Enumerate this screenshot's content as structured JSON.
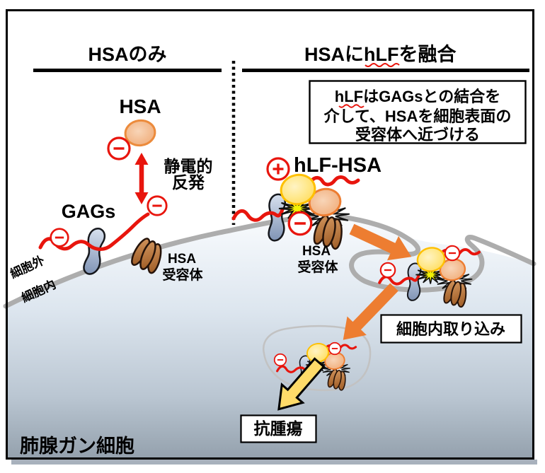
{
  "panels": {
    "left": {
      "title": "HSAのみ",
      "hsa_label": "HSA",
      "repulsion_line1": "静電的",
      "repulsion_line2": "反発",
      "gags_label": "GAGs",
      "receptor_line1": "HSA",
      "receptor_line2": "受容体",
      "extracellular": "細胞外",
      "intracellular": "細胞内"
    },
    "right": {
      "title_pre": "HSAに",
      "title_hlf": "hLF",
      "title_post": "を融合",
      "info_line1": "hLFはGAGsとの結合を",
      "info_line2": "介して、HSAを細胞表面の",
      "info_line3": "受容体へ近づける",
      "complex_label": "hLF-HSA",
      "receptor_line1": "HSA",
      "receptor_line2": "受容体",
      "uptake_box": "細胞内取り込み",
      "antitumor_box": "抗腫瘍"
    }
  },
  "cell_label": "肺腺ガン細胞",
  "icons": {
    "minus_charge": "−",
    "plus_charge": "＋"
  },
  "colors": {
    "red": "#E8150D",
    "orange_accent": "#ED7D31",
    "orange_fill": "#F3BA8E",
    "yellow_fill": "#FFD84F",
    "yellow_border": "#FFC000",
    "membrane_gray": "#ADADAD",
    "vesicle_gray": "#C2C2C2",
    "protein_blue": "#8495B5",
    "receptor_brown": "#A9642C",
    "arrow_yellow": "#FFDB69",
    "cell_top": "#FAFCFE",
    "cell_bottom": "#8E9BA7",
    "frame_black": "#000000"
  }
}
